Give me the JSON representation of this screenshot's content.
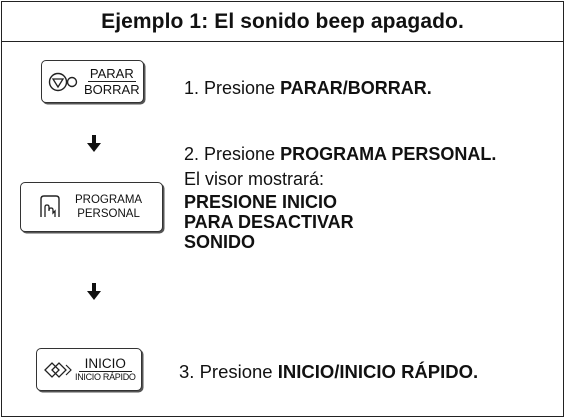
{
  "title": "Ejemplo 1: El sonido beep apagado.",
  "buttons": {
    "parar": {
      "line1": "PARAR",
      "line2": "BORRAR",
      "icon": "stop-circle-icon"
    },
    "programa": {
      "line1": "PROGRAMA",
      "line2": "PERSONAL",
      "icon": "hand-icon"
    },
    "inicio": {
      "line1": "INICIO",
      "line2": "INICIO RÁPIDO",
      "icon": "start-double-diamond-icon"
    }
  },
  "steps": [
    {
      "prefix": "1. Presione ",
      "bold": "PARAR/BORRAR."
    },
    {
      "prefix": "2. Presione ",
      "bold": "PROGRAMA PERSONAL."
    },
    {
      "prefix": "3. Presione ",
      "bold": "INICIO/INICIO RÁPIDO."
    }
  ],
  "display": {
    "intro": "El visor mostrará:",
    "lines": [
      "PRESIONE INICIO",
      "PARA DESACTIVAR",
      "SONIDO"
    ]
  }
}
